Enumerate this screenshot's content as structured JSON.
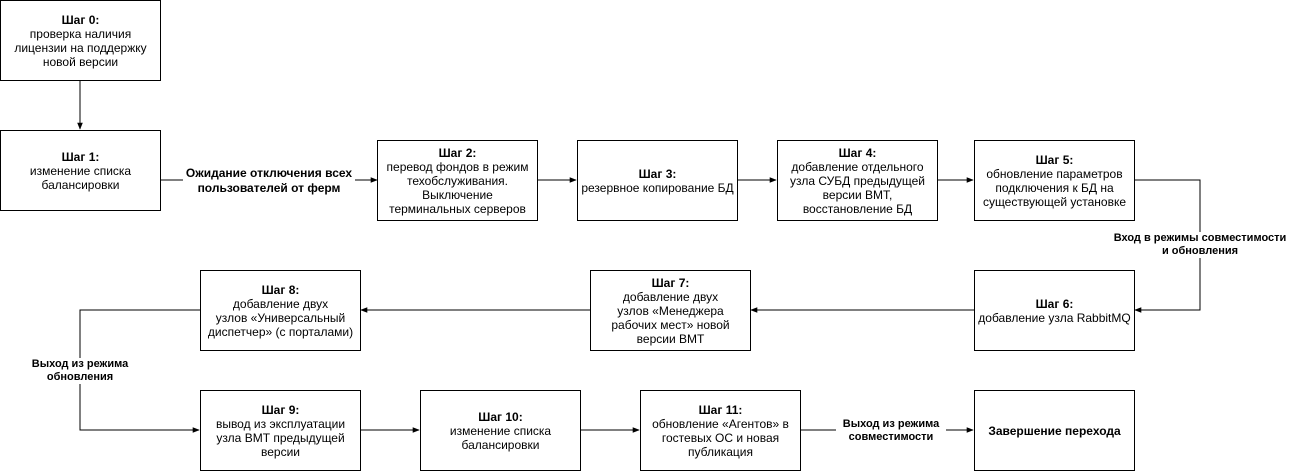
{
  "steps": [
    {
      "title": "Шаг 0:",
      "text": [
        "проверка наличия",
        "лицензии на поддержку",
        "новой версии"
      ]
    },
    {
      "title": "Шаг 1:",
      "text": [
        "изменение списка",
        "балансировки"
      ]
    },
    {
      "title": "Шаг 2:",
      "text": [
        "перевод фондов в режим",
        "техобслуживания.",
        "Выключение",
        "терминальных серверов"
      ]
    },
    {
      "title": "Шаг 3:",
      "text": [
        "резервное копирование БД"
      ]
    },
    {
      "title": "Шаг 4:",
      "text": [
        "добавление отдельного",
        "узла СУБД предыдущей",
        "версии ВМТ,",
        "восстановление БД"
      ]
    },
    {
      "title": "Шаг 5:",
      "text": [
        "обновление параметров",
        "подключения к БД на",
        "существующей установке"
      ]
    },
    {
      "title": "Шаг 6:",
      "text": [
        "добавление узла RabbitMQ"
      ]
    },
    {
      "title": "Шаг 7:",
      "text": [
        "добавление двух",
        "узлов «Менеджера",
        "рабочих мест» новой",
        "версии ВМТ"
      ]
    },
    {
      "title": "Шаг 8:",
      "text": [
        "добавление двух",
        "узлов «Универсальный",
        "диспетчер» (с порталами)"
      ]
    },
    {
      "title": "Шаг 9:",
      "text": [
        "вывод из эксплуатации",
        "узла ВМТ предыдущей",
        "версии"
      ]
    },
    {
      "title": "Шаг 10:",
      "text": [
        "изменение списка",
        "балансировки"
      ]
    },
    {
      "title": "Шаг 11:",
      "text": [
        "обновление «Агентов» в",
        "гостевых ОС и новая",
        "публикация"
      ]
    },
    {
      "title": "Завершение перехода",
      "text": []
    }
  ],
  "edge_labels": {
    "wait_users": [
      "Ожидание отключения всех",
      "пользователей от ферм"
    ],
    "compat_enter": [
      "Вход в режимы совместимости",
      "и обновления"
    ],
    "update_exit": [
      "Выход из режима",
      "обновления"
    ],
    "compat_exit": [
      "Выход из режима",
      "совместимости"
    ]
  },
  "colors": {
    "stroke": "#000000",
    "fill": "#ffffff"
  }
}
